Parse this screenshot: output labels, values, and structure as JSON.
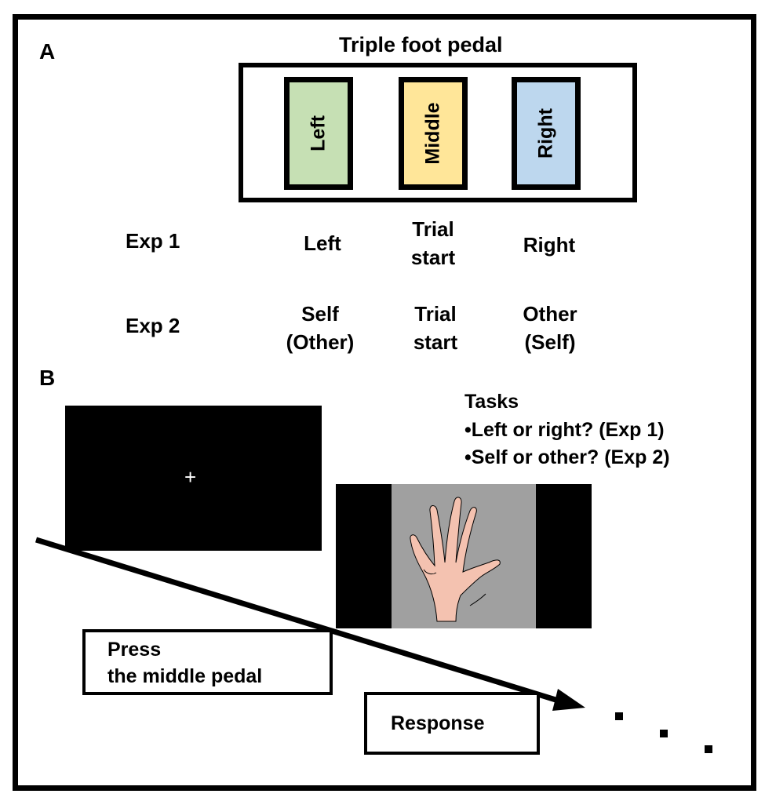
{
  "panel_a": {
    "label": "A",
    "title": "Triple foot pedal",
    "pedals": [
      {
        "label": "Left",
        "color": "#c6e0b4"
      },
      {
        "label": "Middle",
        "color": "#ffe699"
      },
      {
        "label": "Right",
        "color": "#bdd7ee"
      }
    ],
    "experiments": [
      {
        "name": "Exp 1",
        "left": "Left",
        "middle_1": "Trial",
        "middle_2": "start",
        "right": "Right"
      },
      {
        "name": "Exp 2",
        "left_1": "Self",
        "left_2": "(Other)",
        "middle_1": "Trial",
        "middle_2": "start",
        "right_1": "Other",
        "right_2": "(Self)"
      }
    ]
  },
  "panel_b": {
    "label": "B",
    "fixation": "+",
    "tasks_title": "Tasks",
    "tasks": [
      "•Left or right? (Exp 1)",
      "•Self or other? (Exp 2)"
    ],
    "press_line_1": "Press",
    "press_line_2": "the middle pedal",
    "response": "Response",
    "hand_color": "#f4c2b0",
    "stimulus_bg": "#a0a0a0"
  }
}
